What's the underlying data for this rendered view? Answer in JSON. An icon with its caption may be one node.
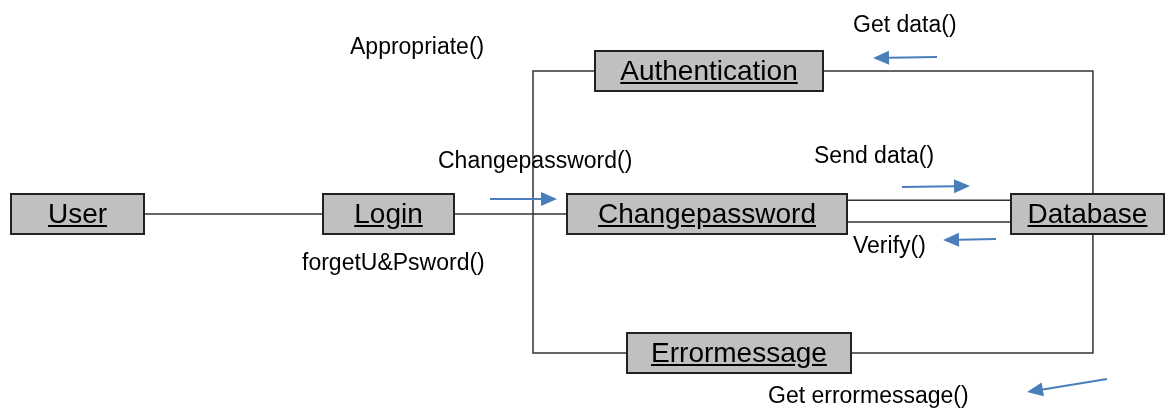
{
  "diagram": {
    "nodes": [
      {
        "text": [
          "Authentication"
        ]
      },
      {
        "text": [
          "User"
        ]
      },
      {
        "text": [
          "Login"
        ]
      },
      {
        "text": [
          "Changepassword"
        ]
      },
      {
        "text": [
          "Database"
        ]
      },
      {
        "text": [
          "Errormessage"
        ]
      }
    ],
    "edges": [
      {
        "from": 1,
        "to": 2,
        "arrow": "none"
      },
      {
        "from": 2,
        "to": 3,
        "arrow": "none"
      },
      {
        "from": 3,
        "to": 4,
        "arrow": "none"
      },
      {
        "from": 3,
        "to": 4,
        "arrow": "none"
      },
      {
        "from": 0,
        "to": 5,
        "arrow": "none"
      },
      {
        "from": 0,
        "to": 4,
        "arrow": "none"
      },
      {
        "from": 4,
        "to": 5,
        "arrow": "none"
      }
    ],
    "labels": [
      "Get data()",
      "Appropriate()",
      "Send data()",
      "Changepassword()",
      "Verify()",
      "forgetU&Psword()",
      "Get errormessage()"
    ]
  }
}
